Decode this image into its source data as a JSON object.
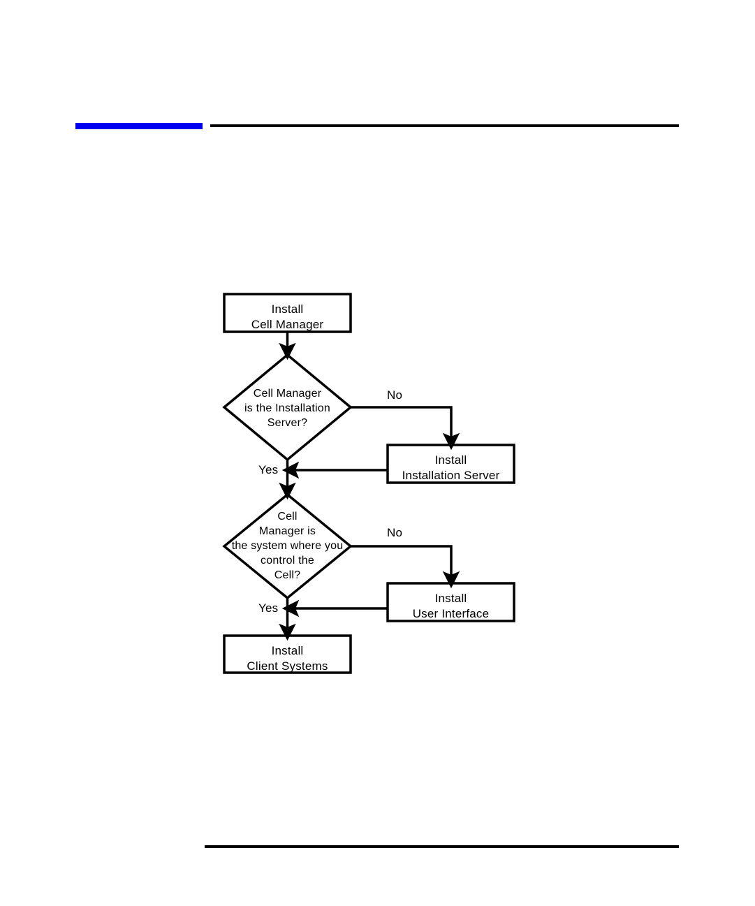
{
  "page": {
    "background_color": "#ffffff",
    "accent_color": "#0000f0",
    "rule_color": "#000000",
    "shape_stroke_color": "#000000",
    "shape_fill_color": "#ffffff",
    "text_color": "#000000"
  },
  "diagram": {
    "type": "flowchart",
    "title": "",
    "nodes": [
      {
        "id": "install-cell-manager",
        "shape": "process",
        "label": "Install\nCell Manager"
      },
      {
        "id": "is-installation-server",
        "shape": "decision",
        "label": "Cell Manager\nis the Installation\nServer?"
      },
      {
        "id": "install-installation-server",
        "shape": "process",
        "label": "Install\nInstallation Server"
      },
      {
        "id": "is-control-system",
        "shape": "decision",
        "label": "Cell\nManager is\nthe system where you\ncontrol the\nCell?"
      },
      {
        "id": "install-user-interface",
        "shape": "process",
        "label": "Install\nUser Interface"
      },
      {
        "id": "install-client-systems",
        "shape": "process",
        "label": "Install\nClient Systems"
      }
    ],
    "edges": [
      {
        "from": "install-cell-manager",
        "to": "is-installation-server",
        "label": ""
      },
      {
        "from": "is-installation-server",
        "to": "install-installation-server",
        "label": "No"
      },
      {
        "from": "install-installation-server",
        "to": "is-control-system",
        "label": ""
      },
      {
        "from": "is-installation-server",
        "to": "is-control-system",
        "label": "Yes"
      },
      {
        "from": "is-control-system",
        "to": "install-user-interface",
        "label": "No"
      },
      {
        "from": "install-user-interface",
        "to": "install-client-systems",
        "label": ""
      },
      {
        "from": "is-control-system",
        "to": "install-client-systems",
        "label": "Yes"
      }
    ],
    "edge_labels": {
      "no_1": "No",
      "yes_1": "Yes",
      "no_2": "No",
      "yes_2": "Yes"
    }
  }
}
